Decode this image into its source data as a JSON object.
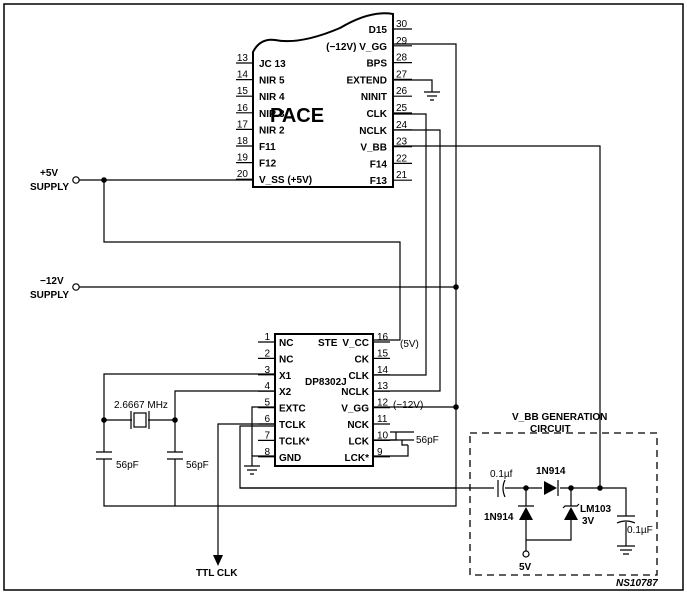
{
  "pace": {
    "name": "PACE",
    "left_pins": [
      {
        "num": "13",
        "name": "JC 13"
      },
      {
        "num": "14",
        "name": "NIR 5"
      },
      {
        "num": "15",
        "name": "NIR 4"
      },
      {
        "num": "16",
        "name": "NIR 3"
      },
      {
        "num": "17",
        "name": "NIR 2"
      },
      {
        "num": "18",
        "name": "F11"
      },
      {
        "num": "19",
        "name": "F12"
      },
      {
        "num": "20",
        "name": "V_SS (+5V)"
      }
    ],
    "right_pins": [
      {
        "num": "30",
        "name": "D15"
      },
      {
        "num": "29",
        "name": "(−12V) V_GG"
      },
      {
        "num": "28",
        "name": "BPS"
      },
      {
        "num": "27",
        "name": "EXTEND"
      },
      {
        "num": "26",
        "name": "NINIT"
      },
      {
        "num": "25",
        "name": "CLK"
      },
      {
        "num": "24",
        "name": "NCLK"
      },
      {
        "num": "23",
        "name": "V_BB"
      },
      {
        "num": "22",
        "name": "F14"
      },
      {
        "num": "21",
        "name": "F13"
      }
    ]
  },
  "dp8302j": {
    "name": "DP8302J",
    "left_pins": [
      {
        "num": "1",
        "name": "NC"
      },
      {
        "num": "2",
        "name": "NC"
      },
      {
        "num": "3",
        "name": "X1"
      },
      {
        "num": "4",
        "name": "X2"
      },
      {
        "num": "5",
        "name": "EXTC"
      },
      {
        "num": "6",
        "name": "TCLK"
      },
      {
        "num": "7",
        "name": "TCLK*"
      },
      {
        "num": "8",
        "name": "GND"
      }
    ],
    "right_pins": [
      {
        "num": "16",
        "name": "V_CC"
      },
      {
        "num": "15",
        "name": "CK"
      },
      {
        "num": "14",
        "name": "CLK"
      },
      {
        "num": "13",
        "name": "NCLK"
      },
      {
        "num": "12",
        "name": "V_GG"
      },
      {
        "num": "11",
        "name": "NCK"
      },
      {
        "num": "10",
        "name": "LCK"
      },
      {
        "num": "9",
        "name": "LCK*"
      }
    ],
    "top_label": "STE"
  },
  "labels": {
    "plus5_supply": "+5V",
    "plus5_supply2": "SUPPLY",
    "minus12_supply": "−12V",
    "minus12_supply2": "SUPPLY",
    "crystal": "2.6667 MHz",
    "cap1": "56pF",
    "cap2": "56pF",
    "cap3": "56pF",
    "vcc_5v": "(5V)",
    "vgg_12v": "(−12V)",
    "ttl_clk": "TTL CLK",
    "vbb_title1": "V_BB GENERATION",
    "vbb_title2": "CIRCUIT",
    "cap_01a": "0.1µf",
    "cap_01b": "0.1µF",
    "diode1": "1N914",
    "diode2": "1N914",
    "lm103": "LM103",
    "lm103_v": "3V",
    "five_v": "5V",
    "figure_id": "NS10787"
  }
}
